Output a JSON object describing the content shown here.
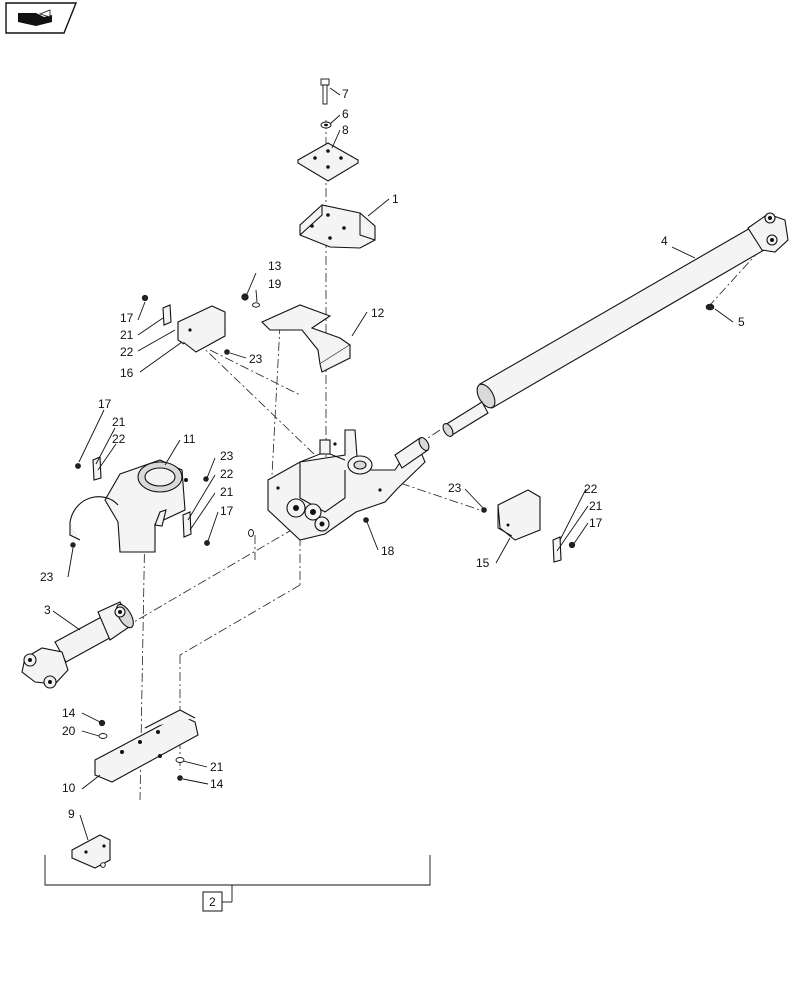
{
  "nav_icon": "book-nav-icon",
  "group_label": "2",
  "callouts": [
    {
      "id": "c7",
      "text": "7"
    },
    {
      "id": "c6",
      "text": "6"
    },
    {
      "id": "c8",
      "text": "8"
    },
    {
      "id": "c1",
      "text": "1"
    },
    {
      "id": "c4",
      "text": "4"
    },
    {
      "id": "c5",
      "text": "5"
    },
    {
      "id": "c13",
      "text": "13"
    },
    {
      "id": "c19",
      "text": "19"
    },
    {
      "id": "c12",
      "text": "12"
    },
    {
      "id": "c17a",
      "text": "17"
    },
    {
      "id": "c21a",
      "text": "21"
    },
    {
      "id": "c22a",
      "text": "22"
    },
    {
      "id": "c16",
      "text": "16"
    },
    {
      "id": "c23a",
      "text": "23"
    },
    {
      "id": "c17b",
      "text": "17"
    },
    {
      "id": "c21b",
      "text": "21"
    },
    {
      "id": "c22b",
      "text": "22"
    },
    {
      "id": "c11",
      "text": "11"
    },
    {
      "id": "c23b",
      "text": "23"
    },
    {
      "id": "c22c",
      "text": "22"
    },
    {
      "id": "c21c",
      "text": "21"
    },
    {
      "id": "c17c",
      "text": "17"
    },
    {
      "id": "c23c",
      "text": "23"
    },
    {
      "id": "c23d",
      "text": "23"
    },
    {
      "id": "c22d",
      "text": "22"
    },
    {
      "id": "c21d",
      "text": "21"
    },
    {
      "id": "c17d",
      "text": "17"
    },
    {
      "id": "c15",
      "text": "15"
    },
    {
      "id": "c18",
      "text": "18"
    },
    {
      "id": "c3",
      "text": "3"
    },
    {
      "id": "c14a",
      "text": "14"
    },
    {
      "id": "c20",
      "text": "20"
    },
    {
      "id": "c10",
      "text": "10"
    },
    {
      "id": "c21e",
      "text": "21"
    },
    {
      "id": "c14b",
      "text": "14"
    },
    {
      "id": "c9",
      "text": "9"
    }
  ]
}
